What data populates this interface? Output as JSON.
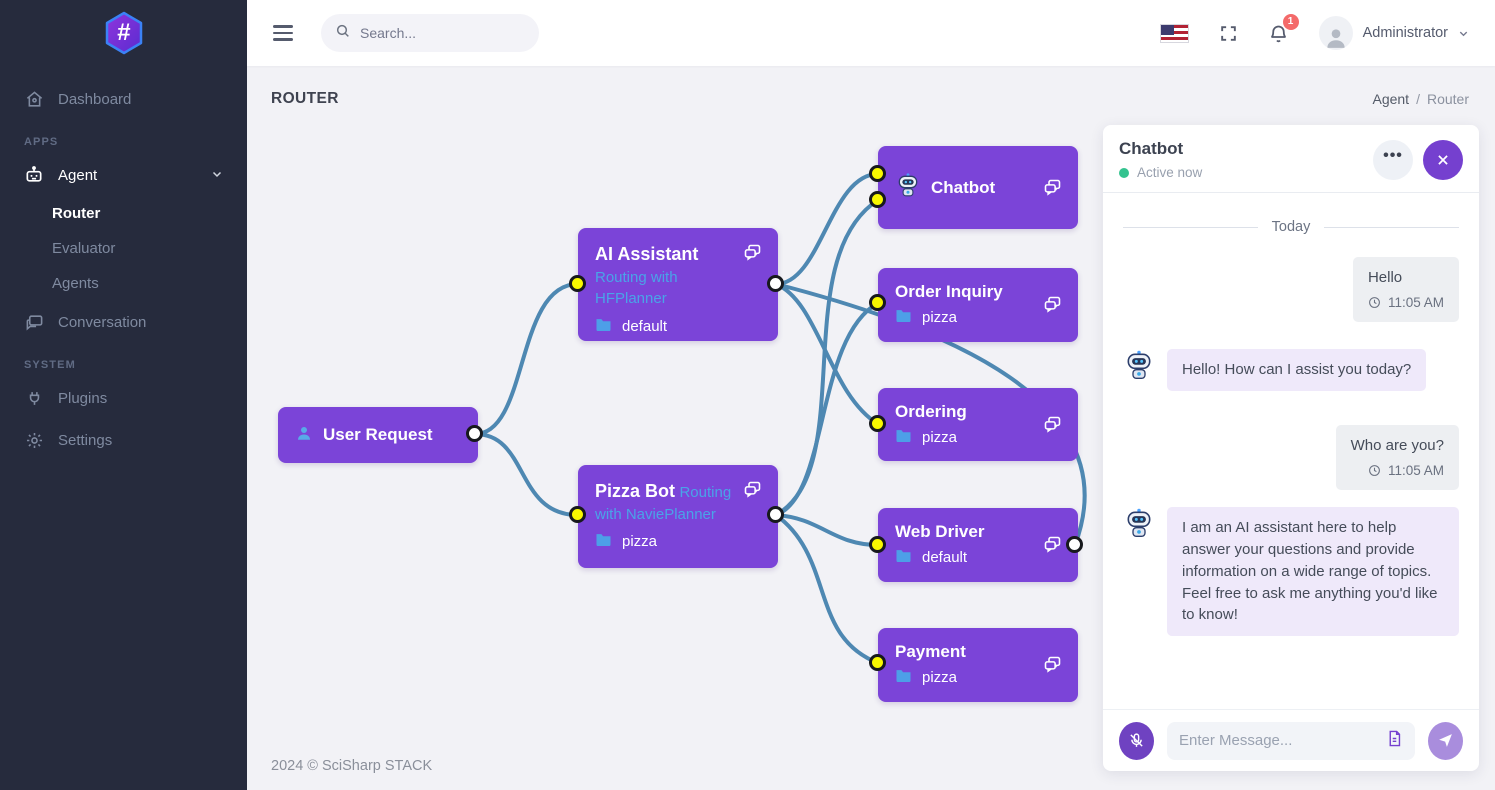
{
  "app": {
    "brand_symbol": "#",
    "footer": "2024 © SciSharp STACK"
  },
  "header": {
    "search_placeholder": "Search...",
    "notification_count": "1",
    "user_name": "Administrator"
  },
  "sidebar": {
    "section_apps": "APPS",
    "section_system": "SYSTEM",
    "items": [
      {
        "label": "Dashboard",
        "icon": "home-icon"
      },
      {
        "label": "Agent",
        "icon": "robot-icon",
        "expanded": true
      },
      {
        "label": "Router",
        "active": true
      },
      {
        "label": "Evaluator"
      },
      {
        "label": "Agents"
      },
      {
        "label": "Conversation",
        "icon": "chat-icon"
      },
      {
        "label": "Plugins",
        "icon": "plug-icon"
      },
      {
        "label": "Settings",
        "icon": "gear-icon"
      }
    ]
  },
  "page": {
    "title": "ROUTER",
    "breadcrumb": {
      "parent": "Agent",
      "separator": "/",
      "current": "Router"
    }
  },
  "flow": {
    "nodes": [
      {
        "id": "user-request",
        "title": "User Request",
        "icon": "user-icon"
      },
      {
        "id": "ai-assistant",
        "title": "AI Assistant",
        "subtitle": "Routing with HFPlanner",
        "category": "default"
      },
      {
        "id": "pizza-bot",
        "title": "Pizza Bot",
        "subtitle": "Routing with NaviePlanner",
        "category": "pizza"
      },
      {
        "id": "chatbot",
        "title": "Chatbot",
        "icon": "robot-avatar-icon"
      },
      {
        "id": "order-inquiry",
        "title": "Order Inquiry",
        "category": "pizza"
      },
      {
        "id": "ordering",
        "title": "Ordering",
        "category": "pizza"
      },
      {
        "id": "web-driver",
        "title": "Web Driver",
        "category": "default"
      },
      {
        "id": "payment",
        "title": "Payment",
        "category": "pizza"
      }
    ],
    "edges": [
      {
        "from": "user-request",
        "to": "ai-assistant"
      },
      {
        "from": "user-request",
        "to": "pizza-bot"
      },
      {
        "from": "ai-assistant",
        "to": "chatbot"
      },
      {
        "from": "pizza-bot",
        "to": "chatbot"
      },
      {
        "from": "pizza-bot",
        "to": "order-inquiry"
      },
      {
        "from": "ai-assistant",
        "to": "ordering"
      },
      {
        "from": "pizza-bot",
        "to": "web-driver"
      },
      {
        "from": "ai-assistant",
        "to": "web-driver"
      },
      {
        "from": "pizza-bot",
        "to": "payment"
      }
    ]
  },
  "chat": {
    "title": "Chatbot",
    "status": "Active now",
    "date_divider": "Today",
    "messages": [
      {
        "role": "user",
        "text": "Hello",
        "time": "11:05 AM"
      },
      {
        "role": "bot",
        "text": "Hello! How can I assist you today?"
      },
      {
        "role": "user",
        "text": "Who are you?",
        "time": "11:05 AM"
      },
      {
        "role": "bot",
        "text": "I am an AI assistant here to help answer your questions and provide information on a wide range of topics. Feel free to ask me anything you'd like to know!"
      }
    ],
    "input_placeholder": "Enter Message..."
  },
  "colors": {
    "accent_purple": "#7b44d8",
    "edge_blue": "#4e88b2",
    "port_input_yellow": "#f8f800",
    "port_output_white": "#ffffff",
    "status_green": "#34c38f",
    "badge_red": "#f46a6a",
    "sidebar_dark": "#262b3d",
    "subtitle_blue": "#4aa3e8"
  }
}
